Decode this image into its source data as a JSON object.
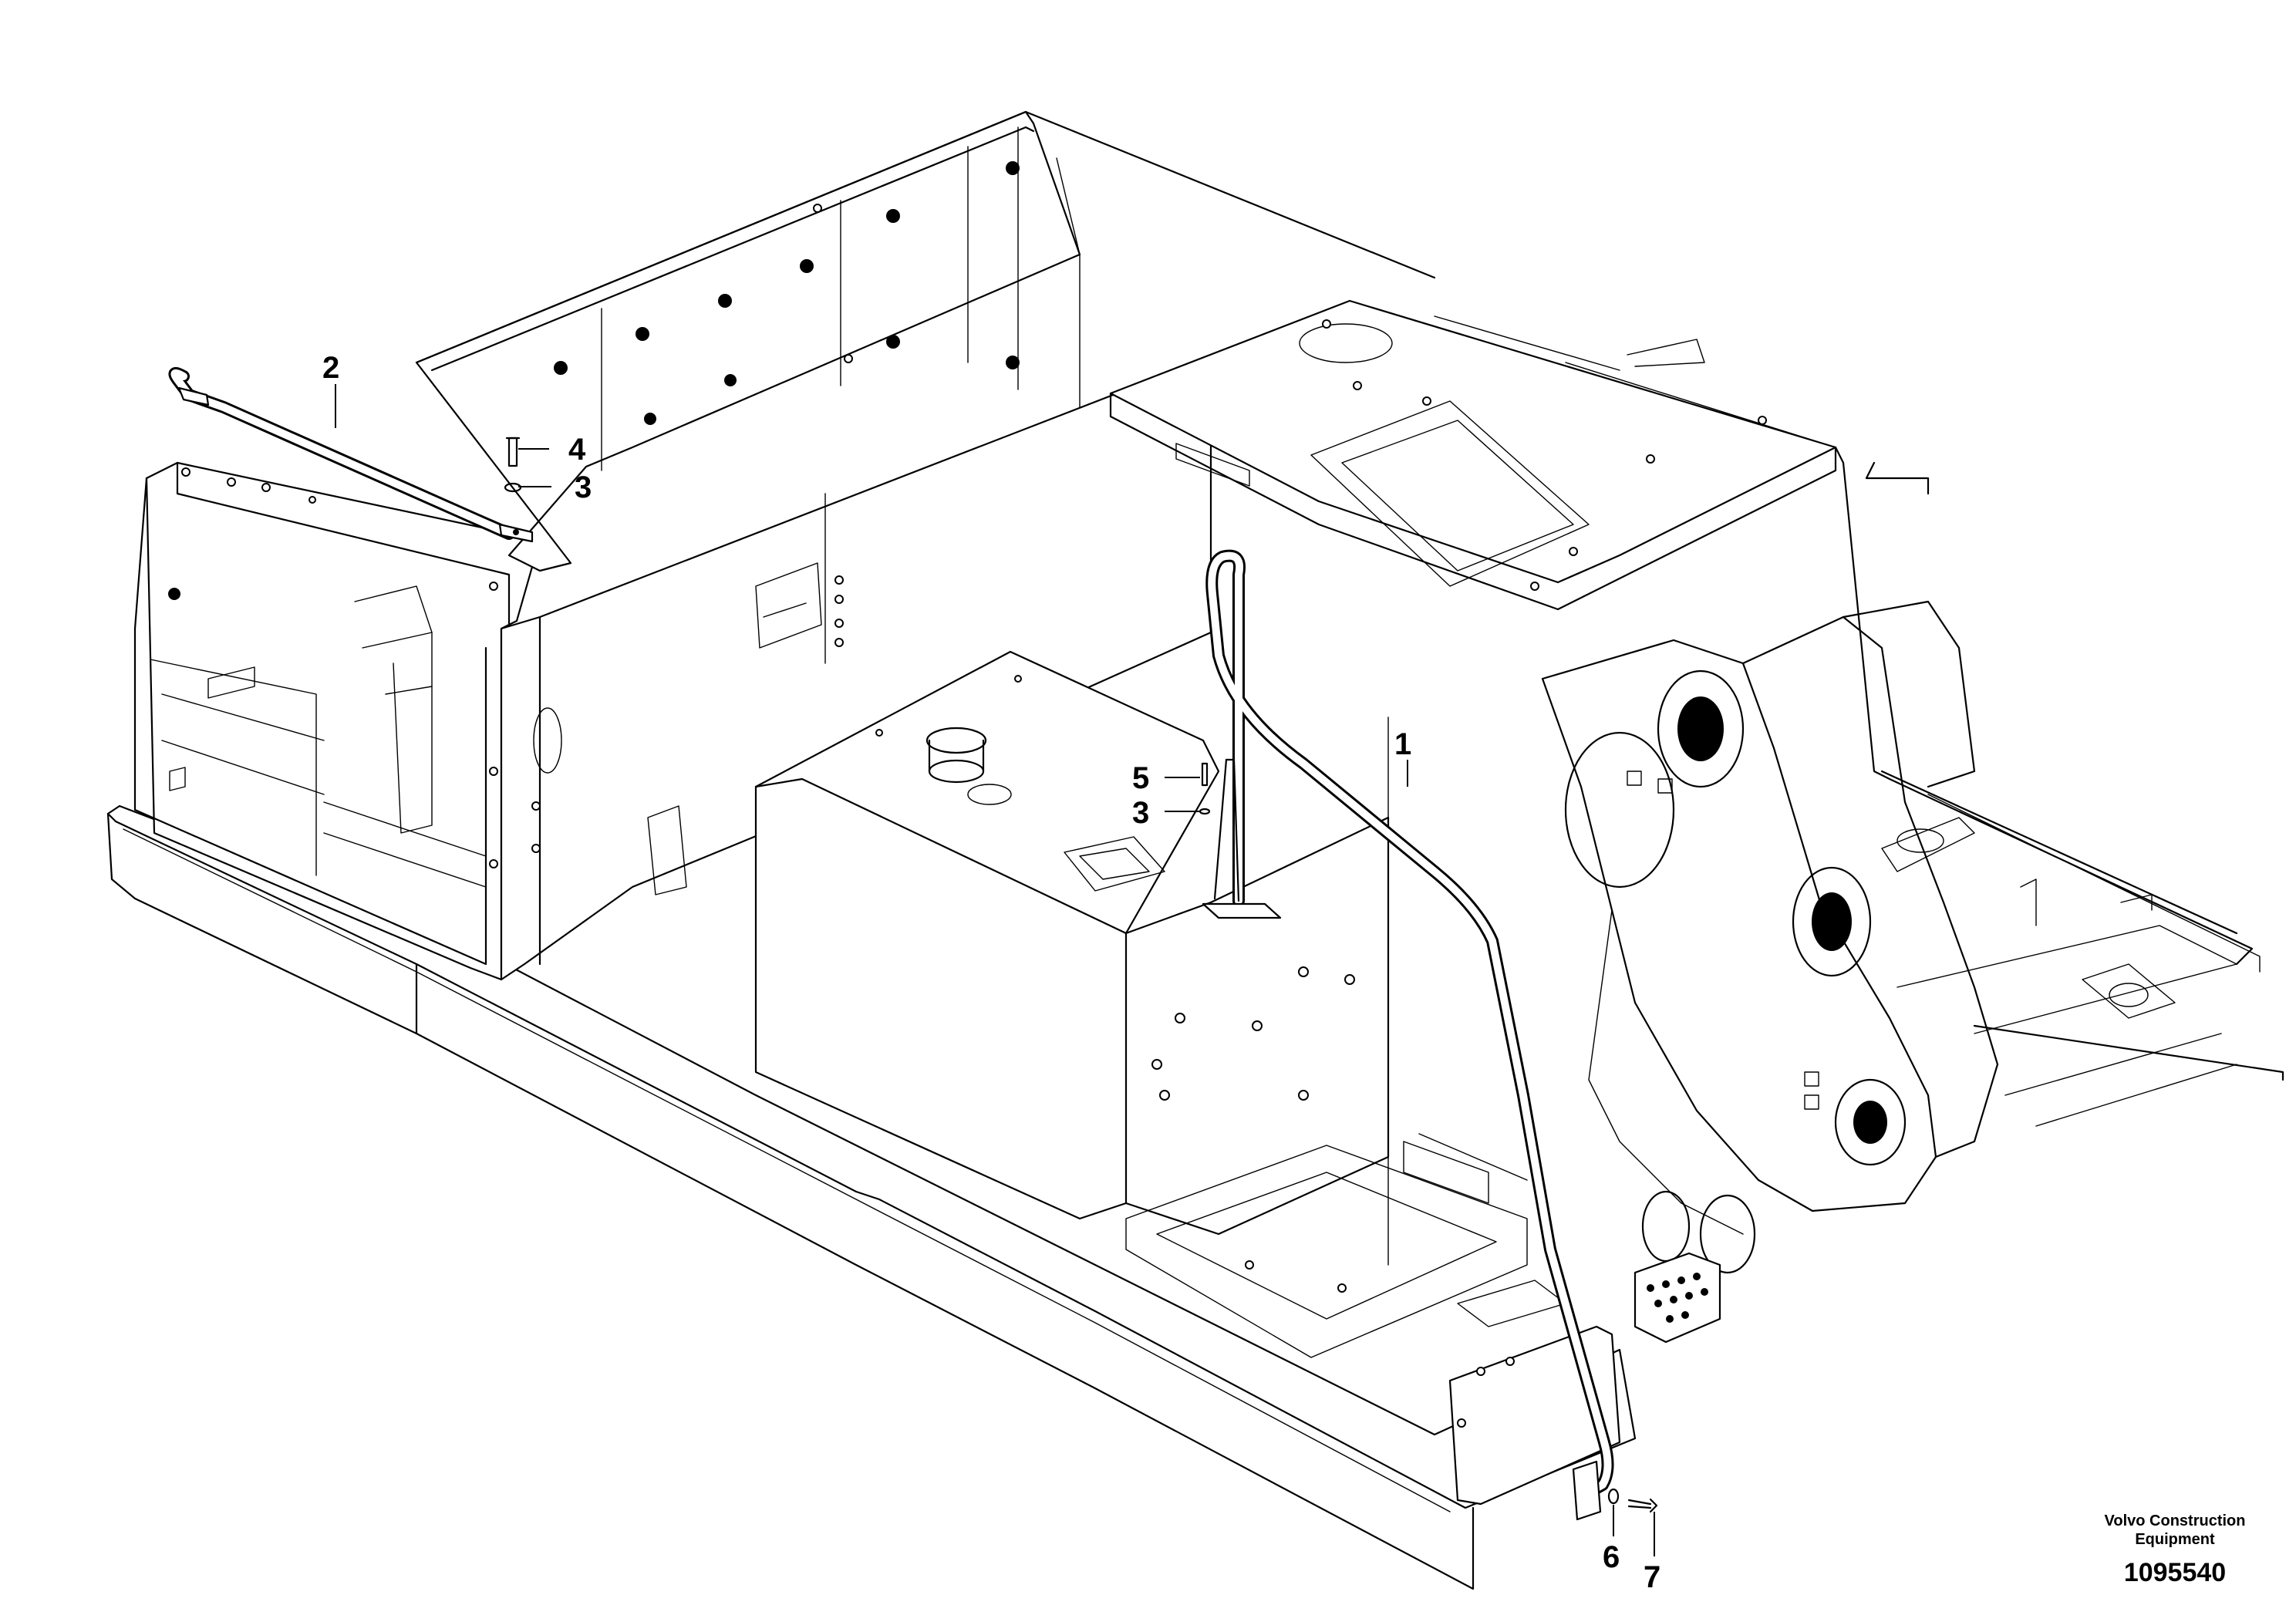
{
  "callouts": [
    {
      "id": "1",
      "label": "1",
      "part": "handrail-long"
    },
    {
      "id": "2",
      "label": "2",
      "part": "handrail-short"
    },
    {
      "id": "3a",
      "label": "3",
      "part": "washer"
    },
    {
      "id": "3b",
      "label": "3",
      "part": "washer"
    },
    {
      "id": "4",
      "label": "4",
      "part": "screw"
    },
    {
      "id": "5",
      "label": "5",
      "part": "screw"
    },
    {
      "id": "6",
      "label": "6",
      "part": "washer"
    },
    {
      "id": "7",
      "label": "7",
      "part": "screw"
    }
  ],
  "branding": {
    "company_line1": "Volvo Construction",
    "company_line2": "Equipment",
    "drawing_number": "1095540"
  }
}
